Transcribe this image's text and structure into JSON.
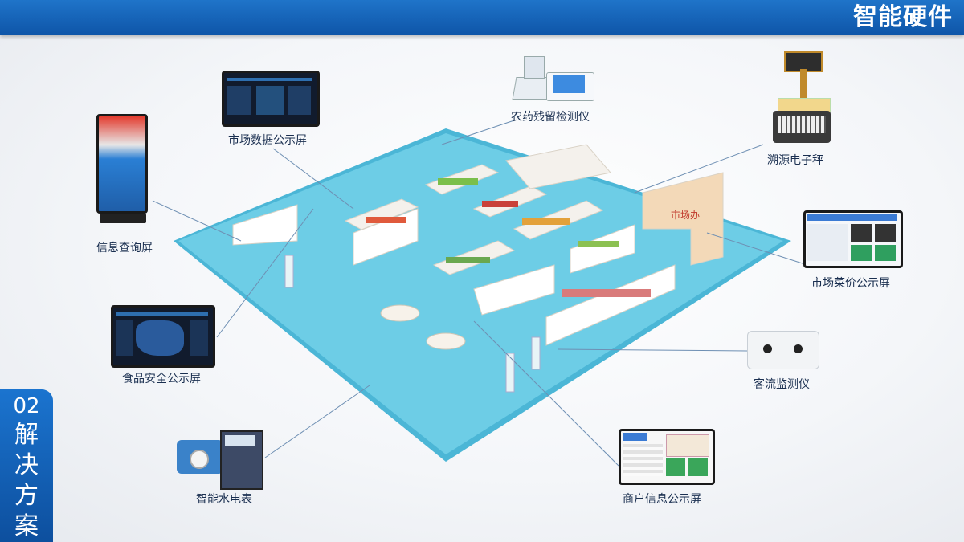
{
  "header": {
    "title": "智能硬件"
  },
  "sidetab": {
    "number": "02",
    "text": "解决方案"
  },
  "devices": {
    "info_kiosk": "信息查询屏",
    "market_data_screen": "市场数据公示屏",
    "pesticide_detector": "农药残留检测仪",
    "trace_scale": "溯源电子秤",
    "price_screen": "市场菜价公示屏",
    "flow_monitor": "客流监测仪",
    "merchant_screen": "商户信息公示屏",
    "food_safety_screen": "食品安全公示屏",
    "smart_meter": "智能水电表"
  },
  "floor_sign": "市场办",
  "colors": {
    "brand": "#0e55a8",
    "floor": "#5ec8e2",
    "label": "#1a2f50"
  }
}
